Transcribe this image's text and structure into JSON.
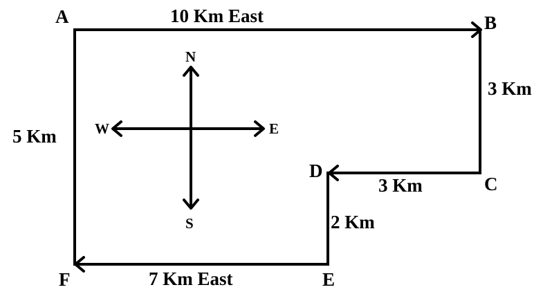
{
  "points": {
    "a": "A",
    "b": "B",
    "c": "C",
    "d": "D",
    "e": "E",
    "f": "F"
  },
  "distances": {
    "ab": "10 Km East",
    "bc": "3 Km",
    "cd": "3 Km",
    "de": "2 Km",
    "ef": "7 Km East",
    "fa": "5 Km"
  },
  "compass": {
    "north": "N",
    "south": "S",
    "east": "E",
    "west": "W"
  },
  "colors": {
    "stroke": "#000000",
    "background": "#ffffff"
  }
}
